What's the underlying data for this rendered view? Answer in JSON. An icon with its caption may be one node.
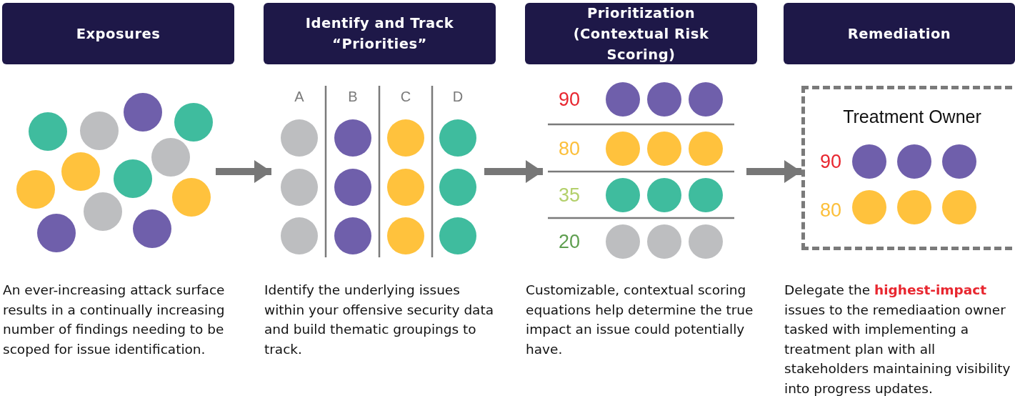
{
  "diagram": {
    "nodes": [
      {
        "text": [
          "Exposures"
        ]
      },
      {
        "text": [
          "Identify and Track “Priorities”"
        ]
      },
      {
        "text": [
          "Prioritization (Contextual Risk Scoring)"
        ]
      },
      {
        "text": [
          "Remediation"
        ]
      },
      {
        "text": [],
        "shape": "picture"
      },
      {
        "text": [],
        "shape": "picture"
      },
      {
        "text": [],
        "shape": "picture"
      },
      {
        "text": [
          "Treatment Owner"
        ]
      }
    ],
    "edges": [
      {
        "from": 4,
        "to": 5,
        "arrow": "to"
      },
      {
        "from": 5,
        "to": 6,
        "arrow": "to"
      },
      {
        "from": 6,
        "to": 7,
        "arrow": "to"
      }
    ],
    "labels": [
      "A",
      "B",
      "C",
      "D",
      "90",
      "80",
      "35",
      "20",
      "90",
      "80",
      "An ever-increasing attack surface results in a continually increasing number of findings needing to be scoped for issue identification.",
      "Identify the underlying issues within your offensive security data and build thematic groupings to track.",
      "Customizable, contextual scoring equations help determine the true impact an issue could potentially have.",
      "Delegate the **highest-impact** issues to the remediaation owner tasked with implementing a treatment plan with all stakeholders maintaining visibility into progress updates."
    ]
  }
}
